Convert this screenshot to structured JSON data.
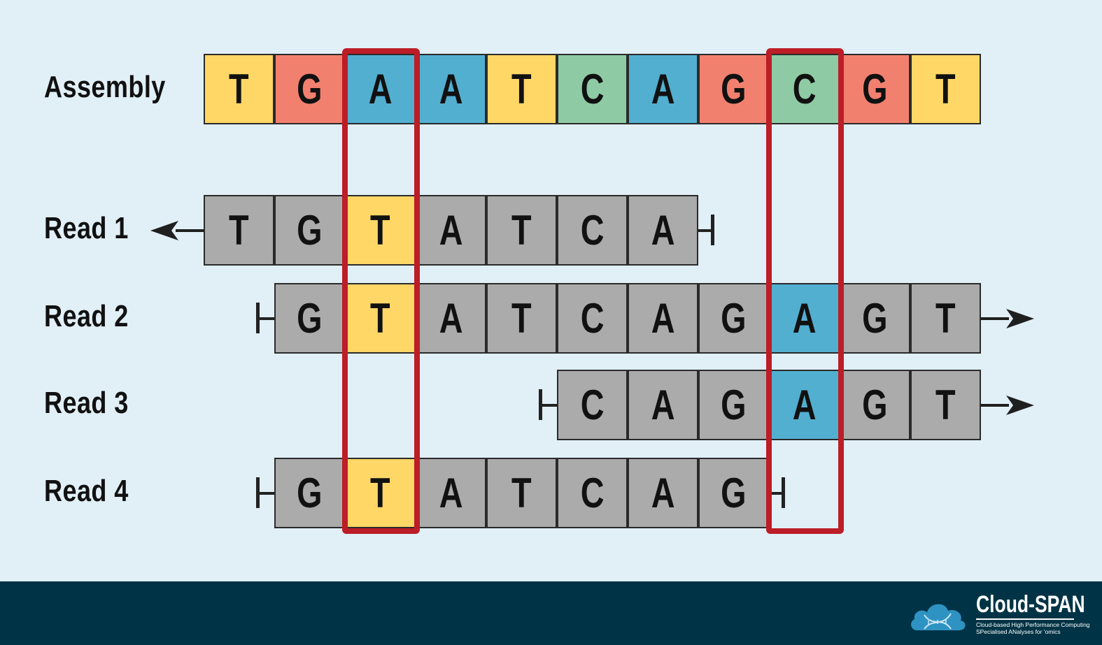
{
  "assembly": {
    "label": "Assembly",
    "bases": [
      "T",
      "G",
      "A",
      "A",
      "T",
      "C",
      "A",
      "G",
      "C",
      "G",
      "T"
    ]
  },
  "reads": [
    {
      "label": "Read 1",
      "start": 0,
      "bases": [
        "T",
        "G",
        "T",
        "A",
        "T",
        "C",
        "A"
      ],
      "highlight": [
        2
      ],
      "direction": "left"
    },
    {
      "label": "Read 2",
      "start": 1,
      "bases": [
        "G",
        "T",
        "A",
        "T",
        "C",
        "A",
        "G",
        "A",
        "G",
        "T"
      ],
      "highlight": [
        1,
        7
      ],
      "direction": "right"
    },
    {
      "label": "Read 3",
      "start": 5,
      "bases": [
        "C",
        "A",
        "G",
        "A",
        "G",
        "T"
      ],
      "highlight": [
        3
      ],
      "direction": "right"
    },
    {
      "label": "Read 4",
      "start": 1,
      "bases": [
        "G",
        "T",
        "A",
        "T",
        "C",
        "A",
        "G"
      ],
      "highlight": [
        1
      ],
      "direction": "none"
    }
  ],
  "highlighted_positions": [
    2,
    8
  ],
  "colors": {
    "T": "#fed766",
    "G": "#f2806f",
    "A": "#52afd0",
    "C": "#8ecba4",
    "read_base": "#ababab",
    "highlight_box": "#bc1d27",
    "footer": "#003345"
  },
  "footer": {
    "logo_name": "Cloud-SPAN",
    "tagline_line1": "Cloud-based High Performance Computing",
    "tagline_line2": "SPecialised ANalyses for 'omics"
  }
}
